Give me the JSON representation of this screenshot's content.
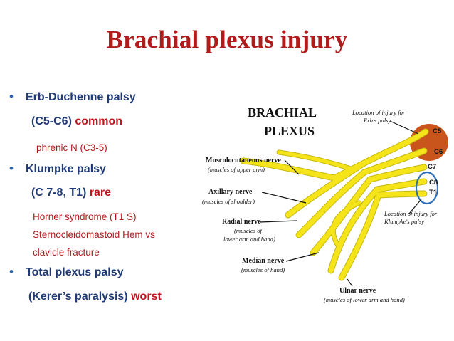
{
  "title": "Brachial plexus injury",
  "bullets": {
    "erb": {
      "name": "Erb-Duchenne palsy",
      "roots": "(C5-C6)",
      "severity": "common",
      "note": "phrenic N (C3-5)"
    },
    "klumpke": {
      "name": "Klumpke palsy",
      "roots": "(C 7-8, T1)",
      "severity": "rare",
      "notes": [
        "Horner syndrome (T1 S)",
        "Sternocleidomastoid Hem vs",
        "clavicle fracture"
      ]
    },
    "total": {
      "name": "Total plexus palsy",
      "alias": "(Kerer’s paralysis)",
      "severity": "worst"
    }
  },
  "diagram": {
    "title_line1": "BRACHIAL",
    "title_line2": "PLEXUS",
    "roots": [
      "C5",
      "C6",
      "C7",
      "C8",
      "T1"
    ],
    "erb_location": [
      "Location of injury for",
      "Erb's palsy"
    ],
    "klumpke_location": [
      "Location of injury for",
      "Klumpke's palsy"
    ],
    "nerves": {
      "musculocutaneous": {
        "name": "Musculocutaneous nerve",
        "desc": "(muscles of upper arm)"
      },
      "axillary": {
        "name": "Axillary nerve",
        "desc": "(muscles of shoulder)"
      },
      "radial": {
        "name": "Radial nerve",
        "desc": [
          "(muscles of",
          "lower arm and hand)"
        ]
      },
      "median": {
        "name": "Median nerve",
        "desc": "(muscles of hand)"
      },
      "ulnar": {
        "name": "Ulnar nerve",
        "desc": "(muscles of lower arm and hand)"
      }
    },
    "colors": {
      "nerve": "#f4e419",
      "erb_highlight": "#c9541c",
      "klumpke_ring": "#2d6fb5"
    }
  }
}
